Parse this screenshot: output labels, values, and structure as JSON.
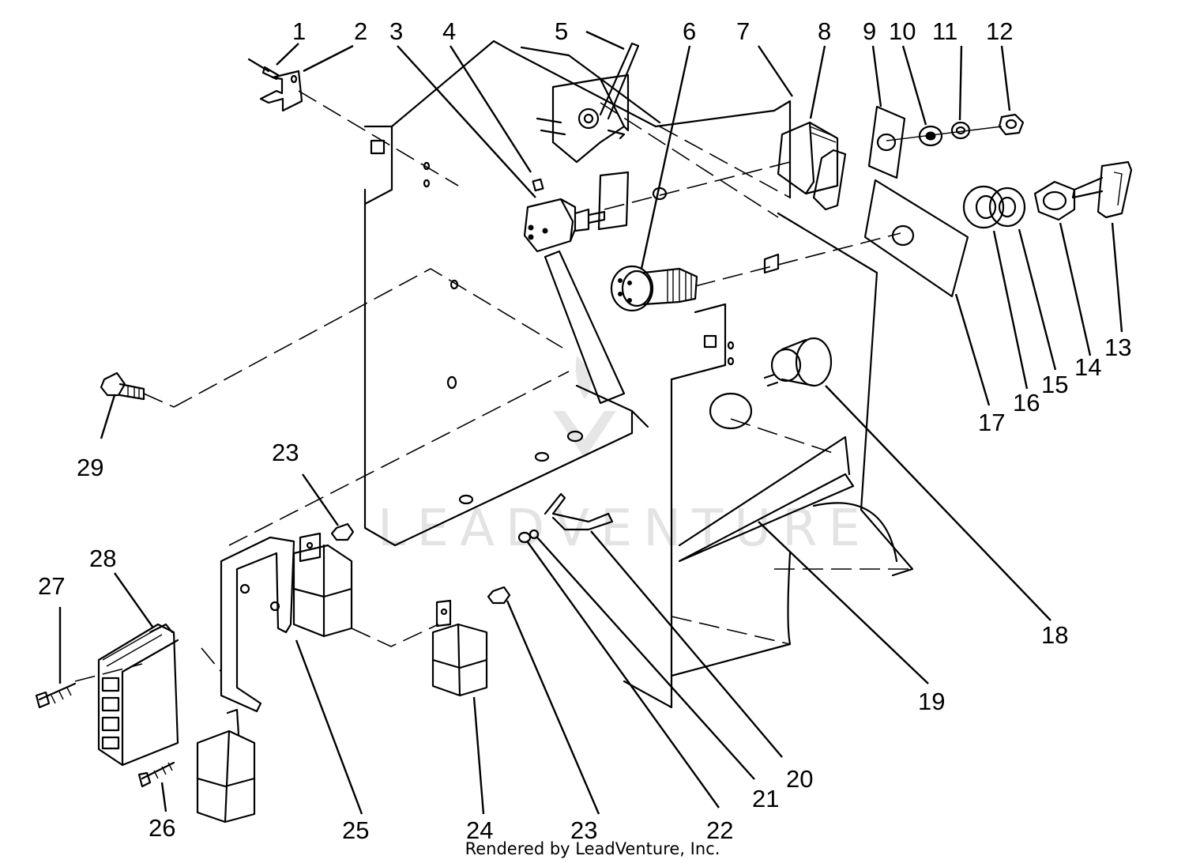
{
  "watermark": {
    "text": "LEADVENTURE"
  },
  "callouts": [
    {
      "id": "c1",
      "label": "1"
    },
    {
      "id": "c2",
      "label": "2"
    },
    {
      "id": "c3",
      "label": "3"
    },
    {
      "id": "c4",
      "label": "4"
    },
    {
      "id": "c5",
      "label": "5"
    },
    {
      "id": "c6",
      "label": "6"
    },
    {
      "id": "c7",
      "label": "7"
    },
    {
      "id": "c8",
      "label": "8"
    },
    {
      "id": "c9",
      "label": "9"
    },
    {
      "id": "c10",
      "label": "10"
    },
    {
      "id": "c11",
      "label": "11"
    },
    {
      "id": "c12",
      "label": "12"
    },
    {
      "id": "c13",
      "label": "13"
    },
    {
      "id": "c14",
      "label": "14"
    },
    {
      "id": "c15",
      "label": "15"
    },
    {
      "id": "c16",
      "label": "16"
    },
    {
      "id": "c17",
      "label": "17"
    },
    {
      "id": "c18",
      "label": "18"
    },
    {
      "id": "c19",
      "label": "19"
    },
    {
      "id": "c20",
      "label": "20"
    },
    {
      "id": "c21",
      "label": "21"
    },
    {
      "id": "c22",
      "label": "22"
    },
    {
      "id": "c23a",
      "label": "23"
    },
    {
      "id": "c23b",
      "label": "23"
    },
    {
      "id": "c24",
      "label": "24"
    },
    {
      "id": "c25",
      "label": "25"
    },
    {
      "id": "c26",
      "label": "26"
    },
    {
      "id": "c27",
      "label": "27"
    },
    {
      "id": "c28",
      "label": "28"
    },
    {
      "id": "c29",
      "label": "29"
    }
  ],
  "footer": {
    "credit": "Rendered by LeadVenture, Inc."
  }
}
